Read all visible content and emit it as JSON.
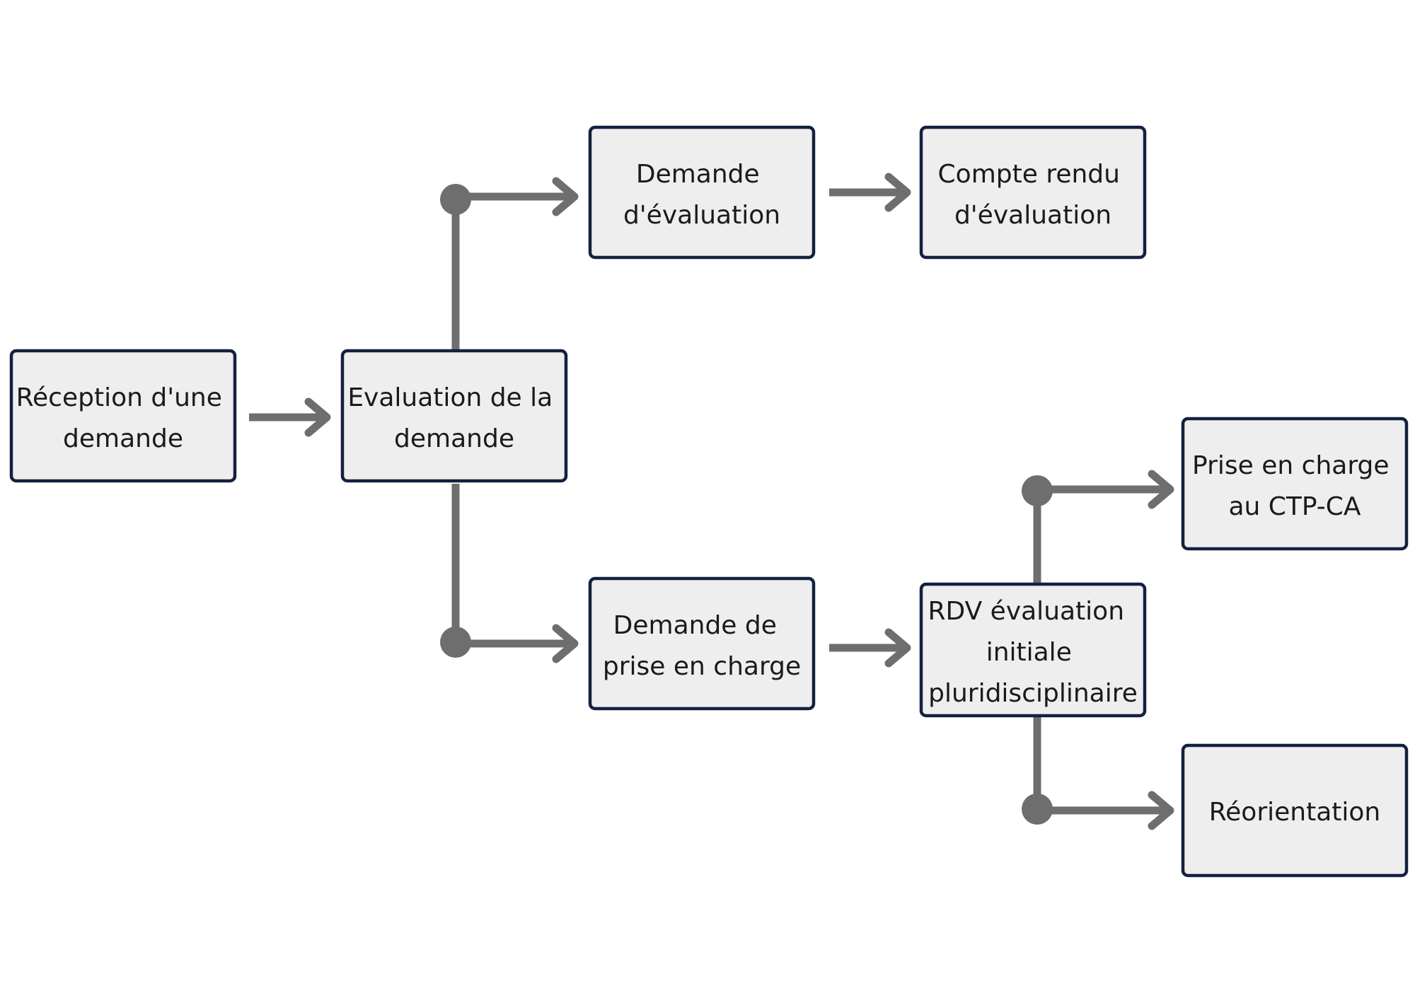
{
  "diagram": {
    "colors": {
      "box_fill": "#eeeeee",
      "box_border": "#13213f",
      "connector": "#6e6e6e",
      "text": "#1a1a1a"
    },
    "nodes": {
      "reception": {
        "lines": [
          "Réception d'une",
          "demande"
        ]
      },
      "evaluation": {
        "lines": [
          "Evaluation de la",
          "demande"
        ]
      },
      "demande_evaluation": {
        "lines": [
          "Demande",
          "d'évaluation"
        ]
      },
      "compte_rendu": {
        "lines": [
          "Compte rendu",
          "d'évaluation"
        ]
      },
      "demande_prise_en_charge": {
        "lines": [
          "Demande de",
          "prise en charge"
        ]
      },
      "rdv_evaluation": {
        "lines": [
          "RDV évaluation",
          "initiale",
          "pluridisciplinaire"
        ]
      },
      "prise_en_charge_ctp": {
        "lines": [
          "Prise en charge",
          "au CTP-CA"
        ]
      },
      "reorientation": {
        "lines": [
          "Réorientation"
        ]
      }
    },
    "edges": [
      {
        "from": "reception",
        "to": "evaluation"
      },
      {
        "from": "evaluation",
        "to": "demande_evaluation"
      },
      {
        "from": "demande_evaluation",
        "to": "compte_rendu"
      },
      {
        "from": "evaluation",
        "to": "demande_prise_en_charge"
      },
      {
        "from": "demande_prise_en_charge",
        "to": "rdv_evaluation"
      },
      {
        "from": "rdv_evaluation",
        "to": "prise_en_charge_ctp"
      },
      {
        "from": "rdv_evaluation",
        "to": "reorientation"
      }
    ]
  }
}
